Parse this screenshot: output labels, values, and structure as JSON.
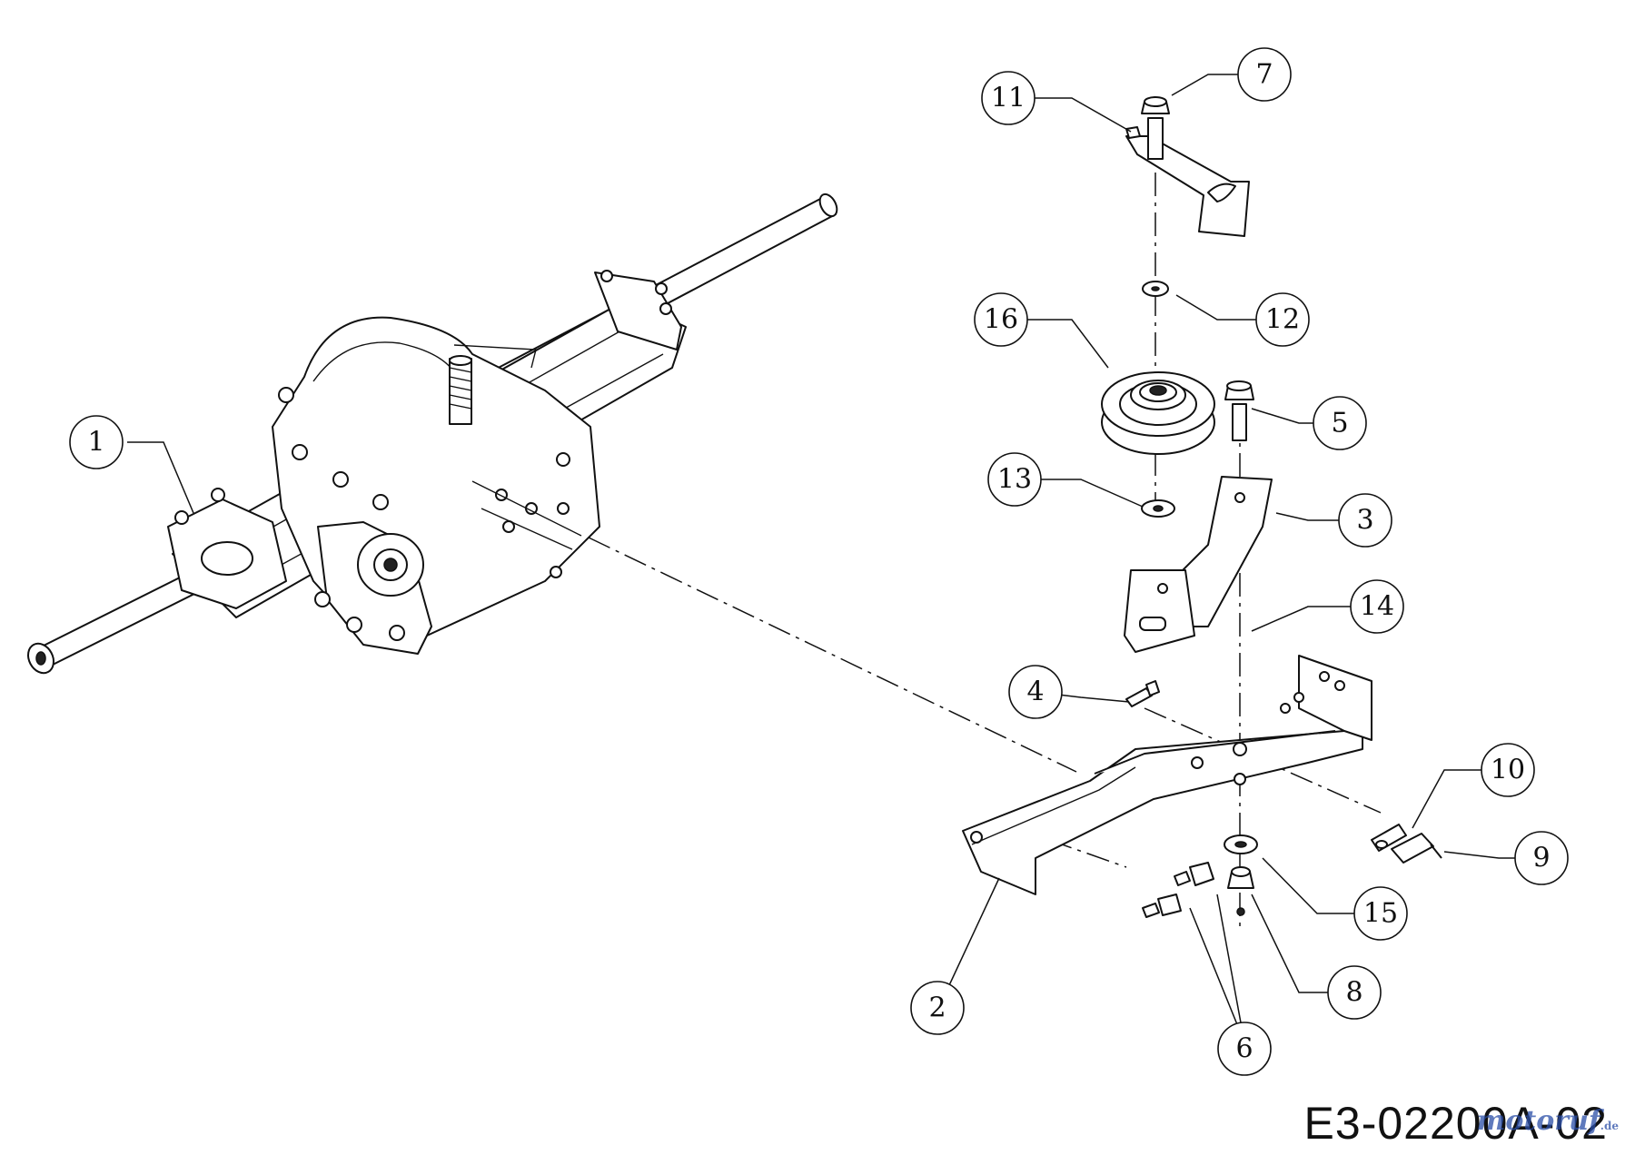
{
  "drawing_code": "E3-02200A-02",
  "watermark": {
    "brand": "motoruf",
    "suffix": ".de"
  },
  "callouts": [
    {
      "label": "1"
    },
    {
      "label": "2"
    },
    {
      "label": "3"
    },
    {
      "label": "4"
    },
    {
      "label": "5"
    },
    {
      "label": "6"
    },
    {
      "label": "7"
    },
    {
      "label": "8"
    },
    {
      "label": "9"
    },
    {
      "label": "10"
    },
    {
      "label": "11"
    },
    {
      "label": "12"
    },
    {
      "label": "13"
    },
    {
      "label": "14"
    },
    {
      "label": "15"
    },
    {
      "label": "16"
    }
  ]
}
